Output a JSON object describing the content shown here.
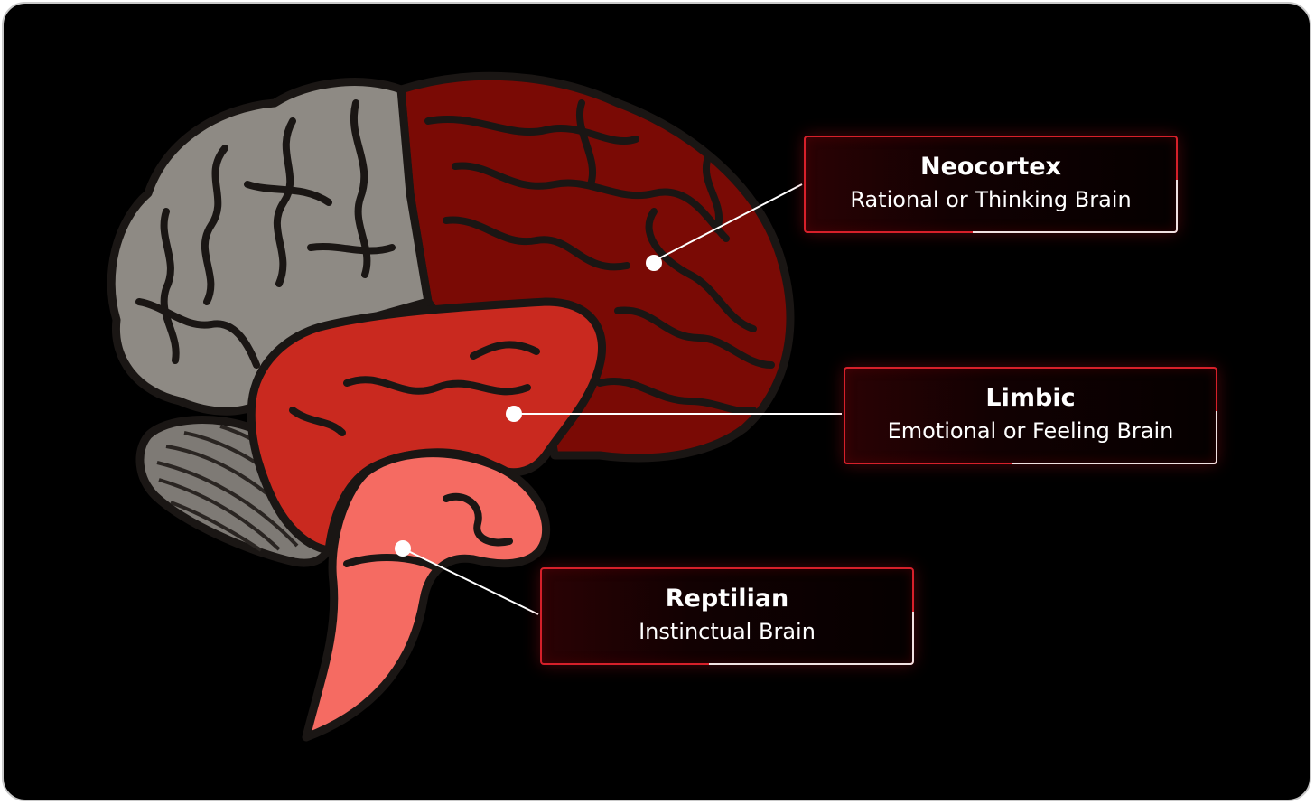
{
  "diagram": {
    "regions": [
      {
        "id": "neocortex",
        "title": "Neocortex",
        "subtitle": "Rational or Thinking Brain",
        "color": "#7a0a05"
      },
      {
        "id": "limbic",
        "title": "Limbic",
        "subtitle": "Emotional or Feeling Brain",
        "color": "#c9291f"
      },
      {
        "id": "reptilian",
        "title": "Reptilian",
        "subtitle": "Instinctual Brain",
        "color": "#f56b62"
      }
    ],
    "colors": {
      "background": "#000000",
      "frontal_gray": "#8e8a84",
      "outline": "#1a1614",
      "box_border": "#d6202a",
      "leader_line": "#ffffff"
    }
  }
}
